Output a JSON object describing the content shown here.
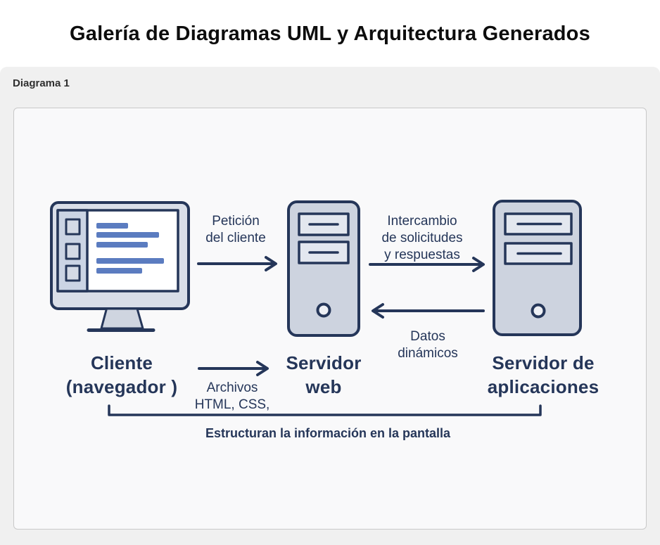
{
  "page": {
    "title": "Galería de Diagramas UML y Arquitectura Generados"
  },
  "gallery": {
    "section_label": "Diagrama 1"
  },
  "diagram": {
    "nodes": {
      "client": {
        "line1": "Cliente",
        "line2": "(navegador )"
      },
      "web_server": {
        "line1": "Servidor",
        "line2": "web"
      },
      "app_server": {
        "line1": "Servidor de",
        "line2": "aplicaciones"
      }
    },
    "edges": {
      "client_request": {
        "line1": "Petición",
        "line2": "del cliente"
      },
      "exchange": {
        "line1": "Intercambio",
        "line2": "de solicitudes",
        "line3": "y respuestas"
      },
      "dynamic_data": {
        "line1": "Datos",
        "line2": "dinámicos"
      },
      "files": {
        "line1": "Archivos",
        "line2": "HTML, CSS,"
      }
    },
    "footer_note": "Estructuran la información en la pantalla",
    "colors": {
      "ink": "#253659",
      "accent_blue": "#5b7cc0",
      "node_fill": "#cdd3df",
      "bay_fill": "#e3e7ef",
      "panel_bg": "#f0f0f0",
      "canvas_bg": "#f9f9fa"
    }
  }
}
